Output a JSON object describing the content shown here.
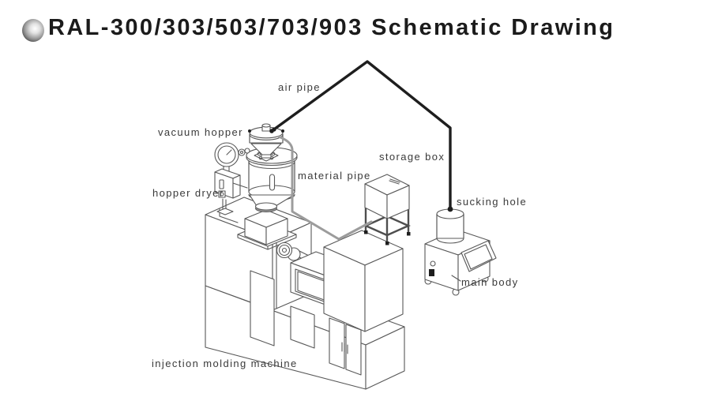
{
  "header": {
    "title": "RAL-300/303/503/703/903 Schematic Drawing",
    "icon": "metallic-sphere"
  },
  "diagram": {
    "labels": {
      "air_pipe": "air pipe",
      "vacuum_hopper": "vacuum hopper",
      "storage_box": "storage box",
      "material_pipe": "material pipe",
      "hopper_dryer": "hopper dryer",
      "sucking_hole": "sucking hole",
      "main_body": "main body",
      "injection_molding_machine": "injection molding machine"
    },
    "colors": {
      "background": "#ffffff",
      "line": "#585858",
      "label": "#3a3a3a",
      "title": "#1b1b1b",
      "air_pipe": "#1e1e1e",
      "material_pipe": "#9c9c9c"
    }
  }
}
